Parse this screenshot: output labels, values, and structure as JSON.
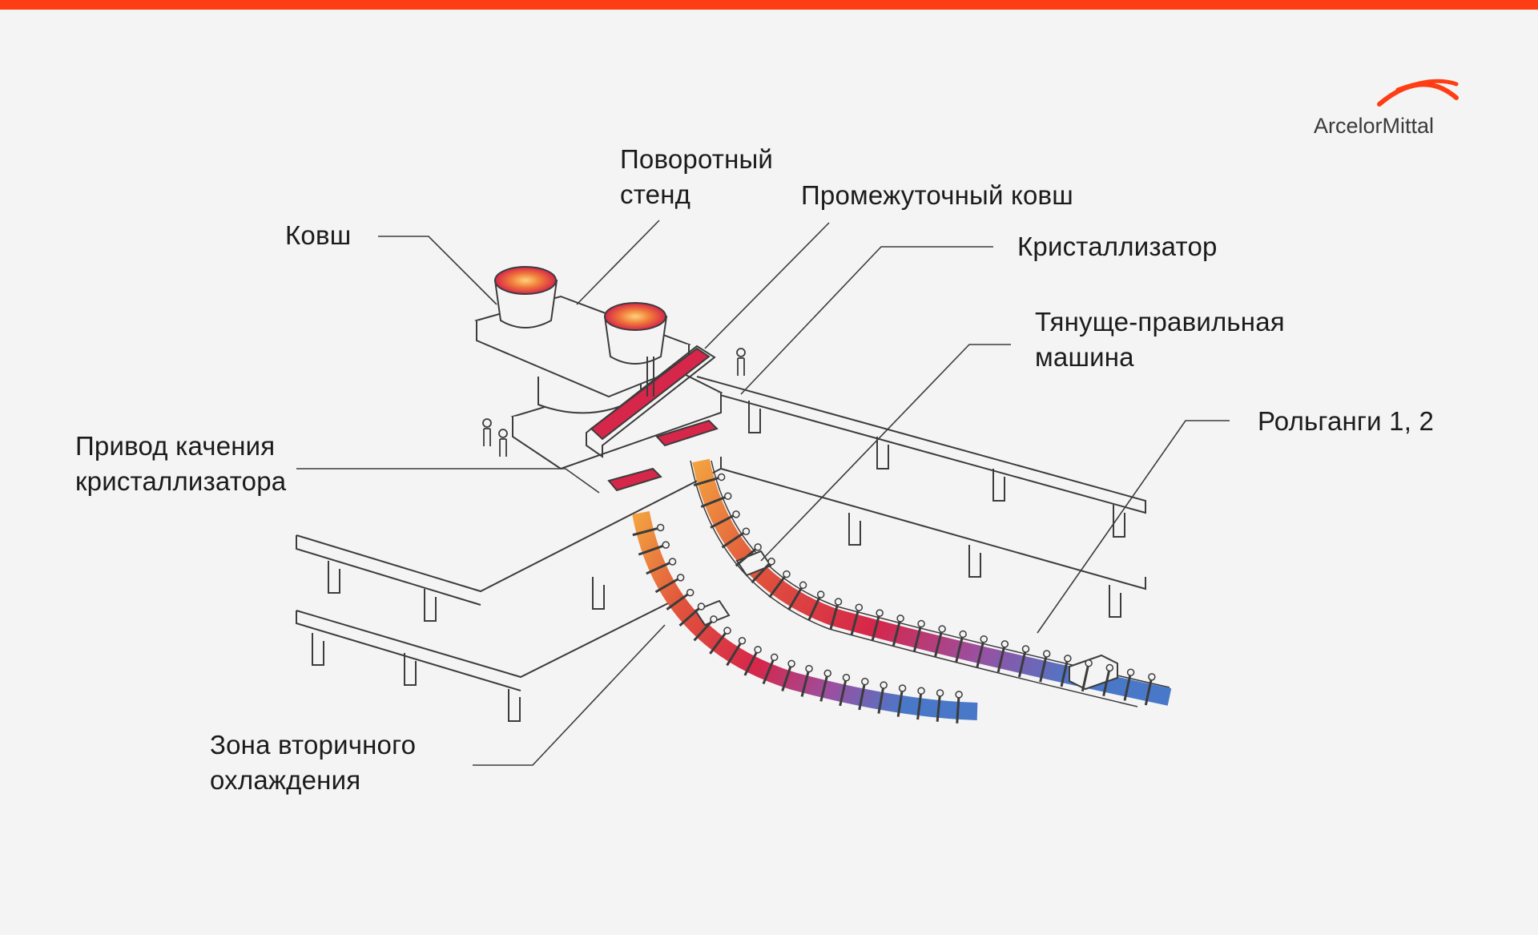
{
  "colors": {
    "accent_bar": "#ff3d14",
    "background": "#f4f4f4",
    "outline": "#3c3c3c",
    "hot_metal": "#d6264a",
    "warm_metal": "#f2a040",
    "cool_metal": "#4a78c8"
  },
  "brand": {
    "name": "ArcelorMittal",
    "logo_icon": "arcelormittal-arc-logo"
  },
  "labels": {
    "ladle": "Ковш",
    "turret": [
      "Поворотный",
      "стенд"
    ],
    "tundish": "Промежуточный ковш",
    "mold": "Кристаллизатор",
    "withdrawal": [
      "Тянуще-правильная",
      "машина"
    ],
    "roller_tables": "Рольганги 1, 2",
    "oscillator": [
      "Привод качения",
      "кристаллизатора"
    ],
    "cooling_zone": [
      "Зона вторичного",
      "охлаждения"
    ]
  }
}
